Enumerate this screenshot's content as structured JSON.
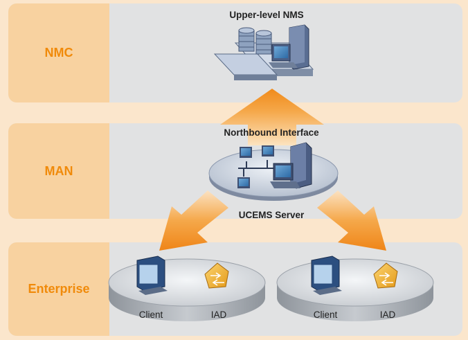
{
  "layers": {
    "nmc": "NMC",
    "man": "MAN",
    "enterprise": "Enterprise"
  },
  "labels": {
    "upper_nms": "Upper-level NMS",
    "northbound": "Northbound Interface",
    "ucems": "UCEMS Server",
    "client_left": "Client",
    "iad_left": "IAD",
    "client_right": "Client",
    "iad_right": "IAD"
  },
  "colors": {
    "page_bg": "#fbe6cc",
    "band_bg": "#e1e2e3",
    "side_bg": "#f8d2a0",
    "layer_text": "#f08a0a",
    "arrow": "#f39a2c"
  },
  "icons": [
    "nms-workstation-icon",
    "server-network-icon",
    "client-monitor-icon",
    "iad-router-icon"
  ]
}
